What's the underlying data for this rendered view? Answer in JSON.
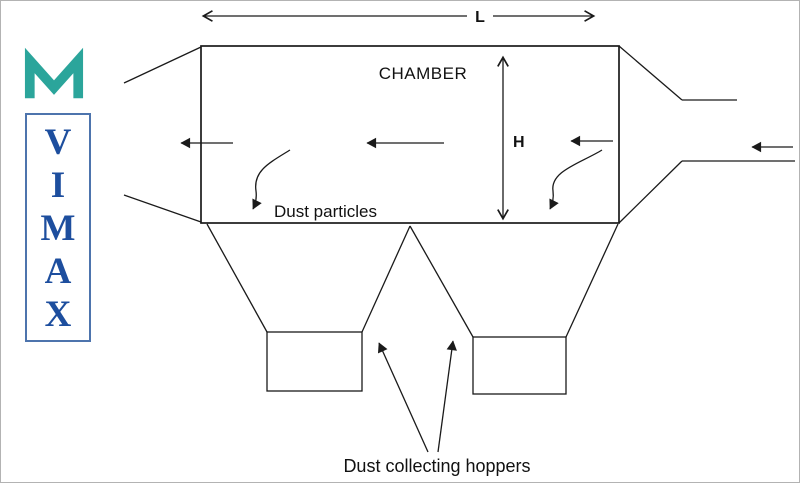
{
  "logo": {
    "brand": "VIMAX",
    "letters": [
      "V",
      "I",
      "M",
      "A",
      "X"
    ]
  },
  "diagram": {
    "length_label": "L",
    "chamber_label": "CHAMBER",
    "height_label": "H",
    "dust_particles_label": "Dust particles",
    "hoppers_label": "Dust collecting hoppers"
  },
  "colors": {
    "line": "#1a1a1a",
    "logo_teal": "#2ba59b",
    "logo_blue": "#1d4e9e",
    "logo_box_border": "#4d74ad"
  }
}
